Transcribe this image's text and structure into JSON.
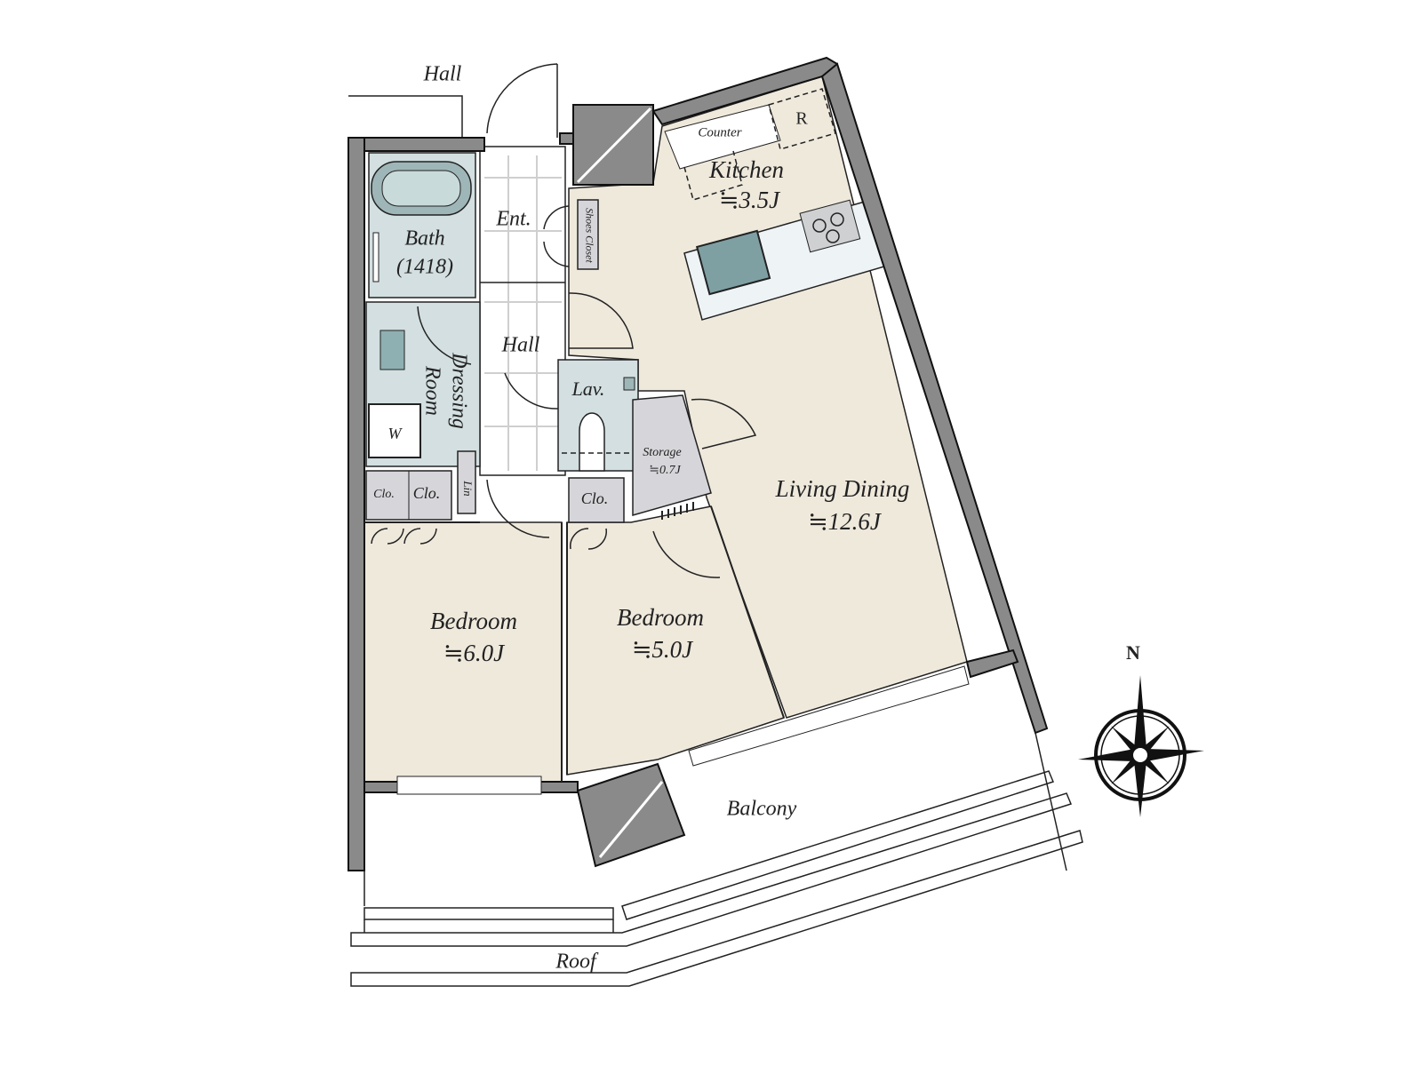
{
  "labels": {
    "hall_outside": "Hall",
    "counter": "Counter",
    "refrigerator": "R",
    "kitchen": "Kitchen",
    "kitchen_size": "≒3.5J",
    "entrance": "Ent.",
    "shoes_closet": "Shoes Closet",
    "bath": "Bath",
    "bath_size": "(1418)",
    "hall_inside": "Hall",
    "dressing_room_line1": "Dressing",
    "dressing_room_line2": "Room",
    "lavatory": "Lav.",
    "washer": "W",
    "storage": "Storage",
    "storage_size": "≒0.7J",
    "living_dining": "Living Dining",
    "living_dining_size": "≒12.6J",
    "closet_1": "Clo.",
    "closet_2": "Clo.",
    "closet_3": "Clo.",
    "linen": "Lin",
    "bedroom_1": "Bedroom",
    "bedroom_1_size": "≒6.0J",
    "bedroom_2": "Bedroom",
    "bedroom_2_size": "≒5.0J",
    "balcony": "Balcony",
    "roof": "Roof",
    "north": "N"
  },
  "colors": {
    "floor": "#efe9dc",
    "wet_area": "#d3dfe0",
    "storage": "#d6d6da",
    "wall": "#8a8a8a"
  }
}
